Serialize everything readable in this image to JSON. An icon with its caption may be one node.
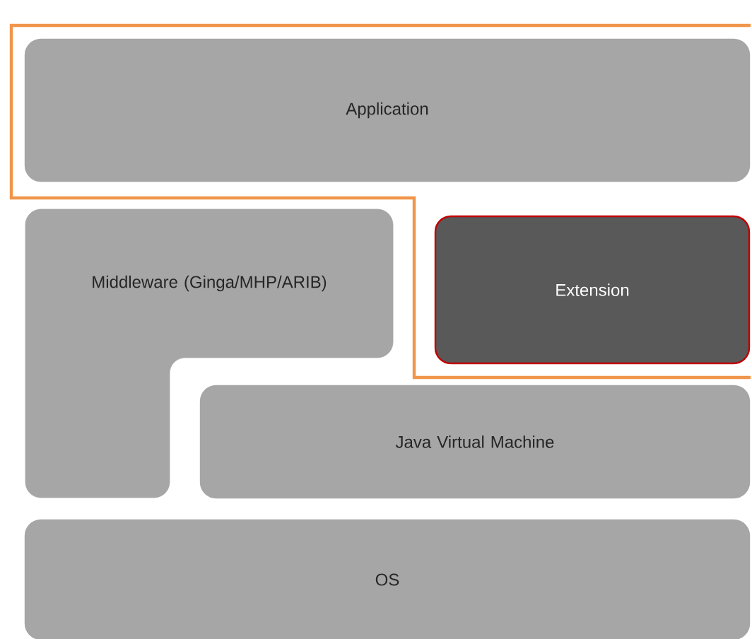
{
  "diagram": {
    "nodes": [
      {
        "text": [
          "Application"
        ]
      },
      {
        "text": [
          "Middleware (Ginga/MHP/ARIB)"
        ]
      },
      {
        "text": [
          "Extension"
        ]
      },
      {
        "text": [
          "Java Virtual Machine"
        ]
      },
      {
        "text": [
          "OS"
        ]
      }
    ]
  }
}
